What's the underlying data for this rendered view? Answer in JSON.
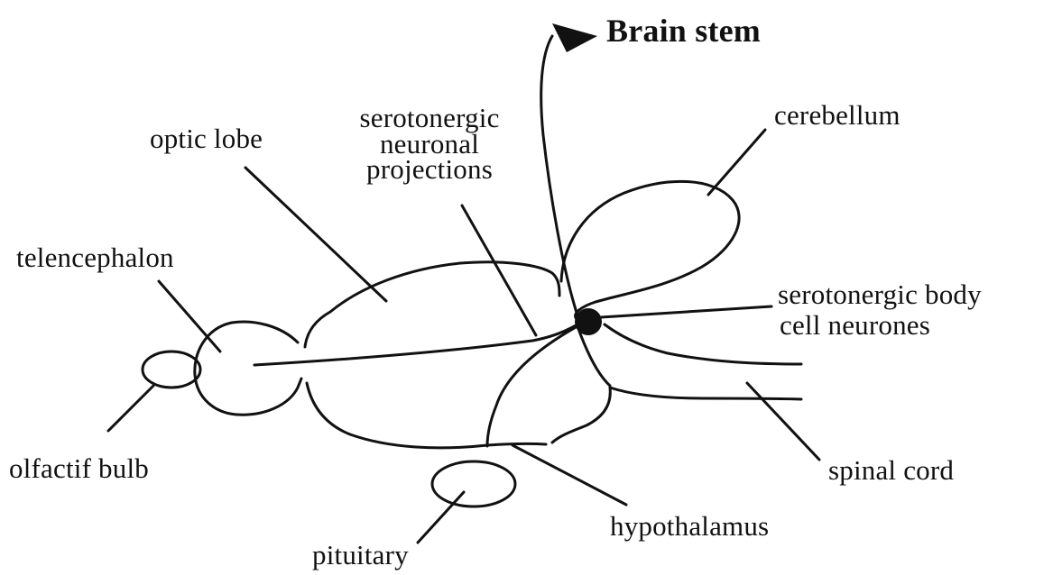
{
  "labels": {
    "brain_stem": "Brain stem",
    "optic_lobe": "optic lobe",
    "serotonergic_projections": [
      "serotonergic",
      "neuronal",
      "projections"
    ],
    "cerebellum": "cerebellum",
    "telencephalon": "telencephalon",
    "serotonergic_body": [
      "serotonergic body",
      "cell neurones"
    ],
    "olfactif_bulb": "olfactif bulb",
    "spinal_cord": "spinal cord",
    "hypothalamus": "hypothalamus",
    "pituitary": "pituitary"
  },
  "colors": {
    "ink": "#111111",
    "background": "#ffffff"
  }
}
